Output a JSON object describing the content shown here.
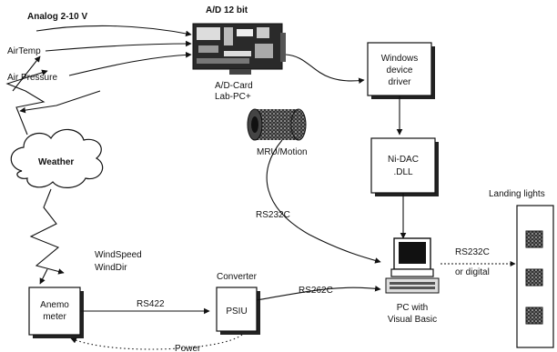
{
  "labels": {
    "analog": "Analog 2-10 V",
    "ad_bits": "A/D 12 bit",
    "air_temp": "AirTemp",
    "air_pressure": "Air Pressure",
    "ad_card_line1": "A/D-Card",
    "ad_card_line2": "Lab-PC+",
    "windows_line1": "Windows",
    "windows_line2": "device",
    "windows_line3": "driver",
    "nidac_line1": "Ni-DAC",
    "nidac_line2": ".DLL",
    "mru": "MRU/Motion",
    "weather": "Weather",
    "rs232c_mid": "RS232C",
    "windspeed": "WindSpeed",
    "winddir": "WindDir",
    "converter": "Converter",
    "anemo_line1": "Anemo",
    "anemo_line2": "meter",
    "rs422": "RS422",
    "psiu": "PSIU",
    "rs262c": "RS262C",
    "pc_line1": "PC with",
    "pc_line2": "Visual Basic",
    "rs232c_out": "RS232C",
    "or_digital": "or digital",
    "landing_lights": "Landing lights",
    "power": "Power"
  },
  "colors": {
    "ink": "#111111",
    "shadow": "#222222",
    "paper": "#ffffff"
  }
}
